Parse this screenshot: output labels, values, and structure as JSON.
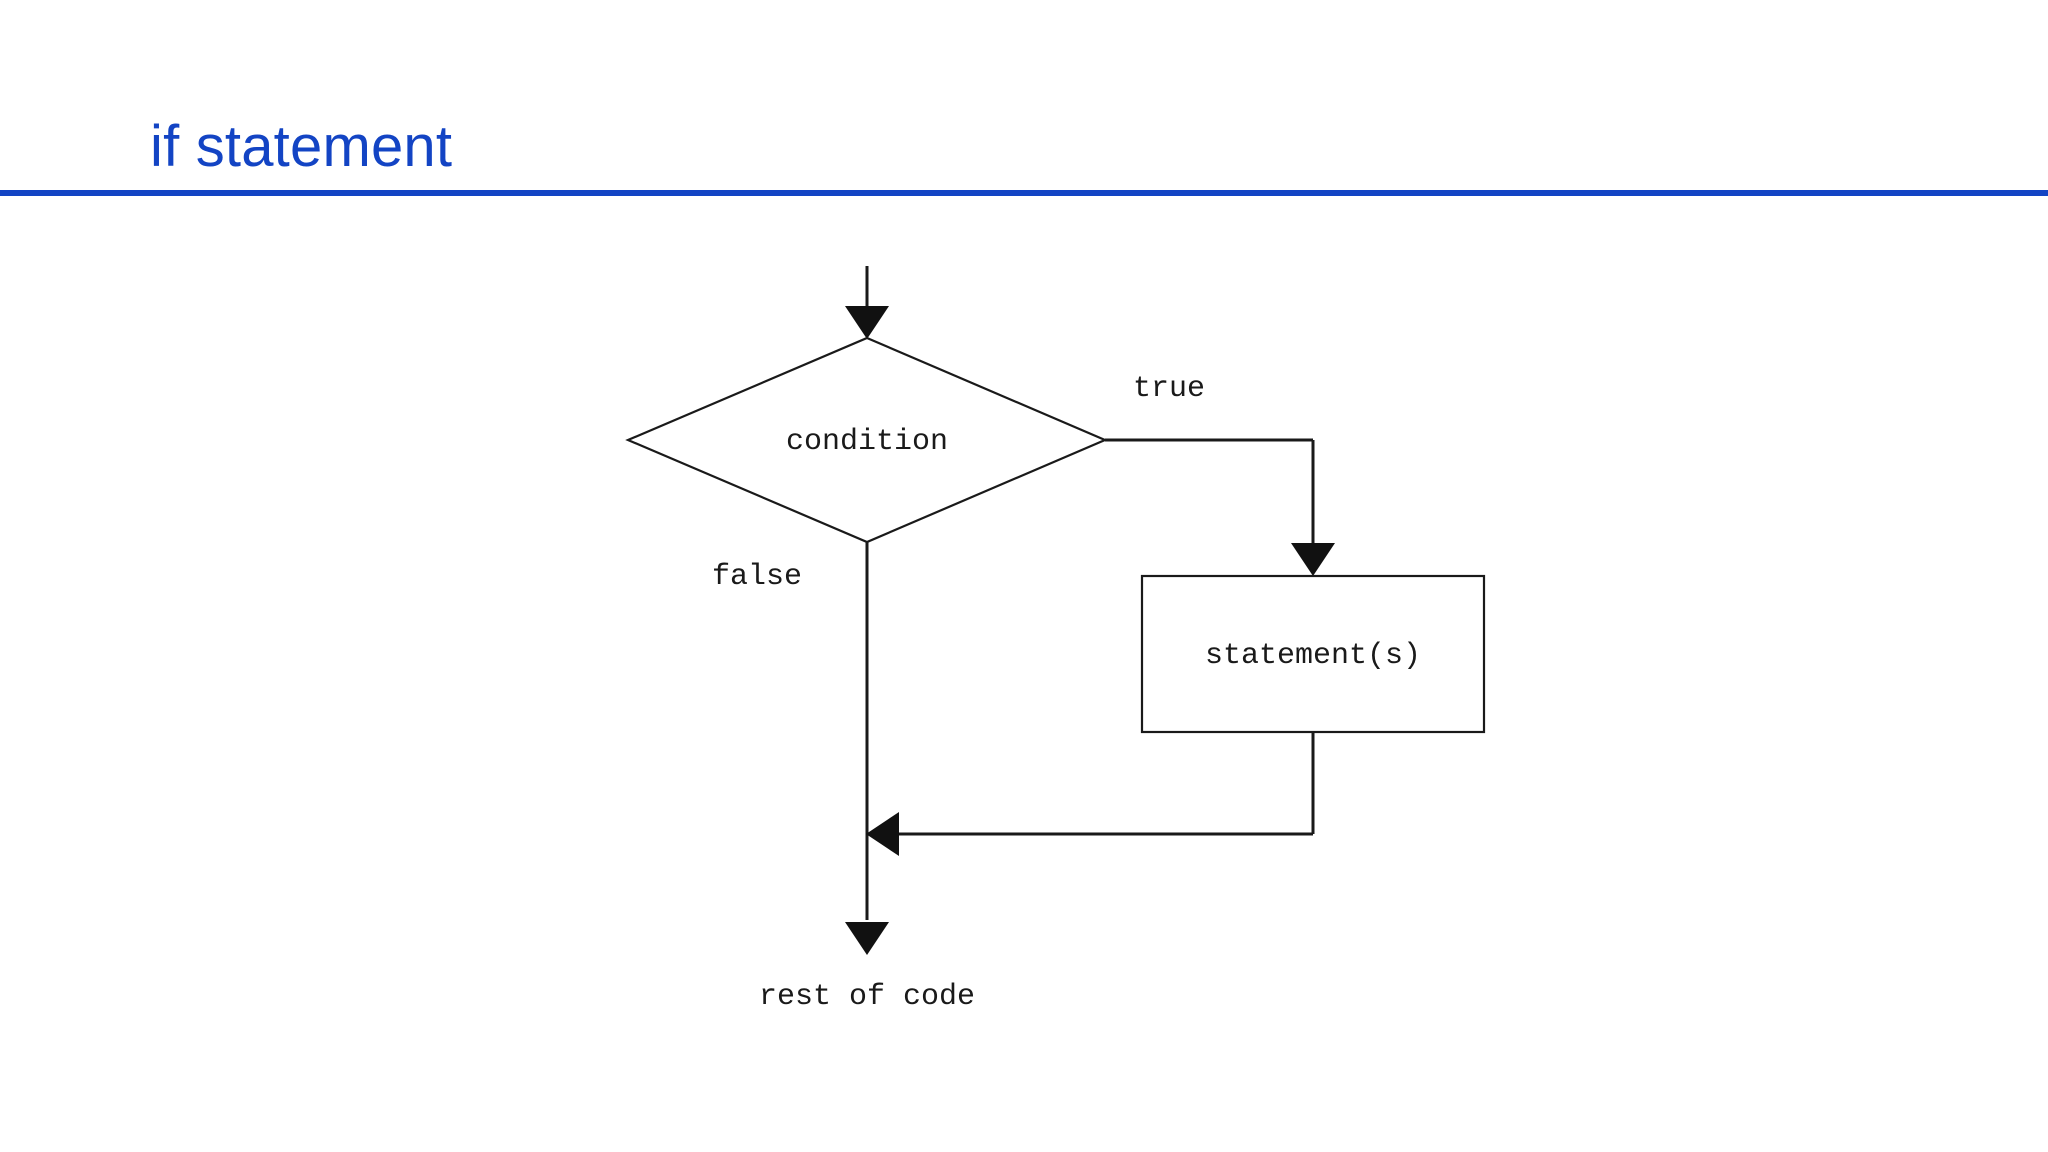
{
  "slide": {
    "title": "if statement",
    "title_color": "#1344C4",
    "rule_color": "#1344C4",
    "background": "#FFFFFF"
  },
  "diagram": {
    "name": "if-statement-flowchart",
    "type": "flowchart",
    "line_color": "#1A1A1A",
    "nodes": [
      {
        "id": "entry",
        "kind": "arrow-in",
        "label": ""
      },
      {
        "id": "condition",
        "kind": "decision",
        "label": "condition"
      },
      {
        "id": "statements",
        "kind": "process",
        "label": "statement(s)"
      },
      {
        "id": "rest",
        "kind": "terminal",
        "label": "rest of code"
      }
    ],
    "edges": [
      {
        "from": "entry",
        "to": "condition",
        "label": ""
      },
      {
        "from": "condition",
        "to": "statements",
        "label": "true"
      },
      {
        "from": "condition",
        "to": "rest",
        "label": "false"
      },
      {
        "from": "statements",
        "to": "rest",
        "label": ""
      }
    ],
    "labels": {
      "condition": "condition",
      "true": "true",
      "false": "false",
      "statements": "statement(s)",
      "rest_of_code": "rest of code"
    }
  },
  "chart_data": {
    "type": "diagram",
    "title": "if statement",
    "nodes": [
      "condition",
      "statement(s)",
      "rest of code"
    ],
    "edge_labels": [
      "true",
      "false"
    ]
  }
}
